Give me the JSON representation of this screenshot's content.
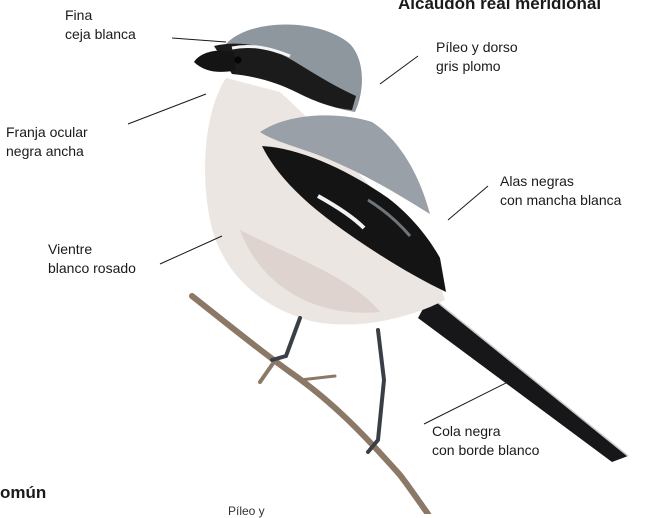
{
  "title": "Alcaudón real meridional",
  "bottom_heading": "omún",
  "bottom_fragment": "Píleo y",
  "annotations": [
    {
      "id": "eyebrow",
      "lines": [
        "Fina",
        "ceja blanca"
      ]
    },
    {
      "id": "crown",
      "lines": [
        "Píleo y dorso",
        "gris plomo"
      ]
    },
    {
      "id": "eyestripe",
      "lines": [
        "Franja ocular",
        "negra ancha"
      ]
    },
    {
      "id": "wings",
      "lines": [
        "Alas negras",
        "con mancha blanca"
      ]
    },
    {
      "id": "belly",
      "lines": [
        "Vientre",
        "blanco rosado"
      ]
    },
    {
      "id": "tail",
      "lines": [
        "Cola negra",
        "con borde blanco"
      ]
    }
  ],
  "colors": {
    "crown_grey": "#8e969e",
    "mask_black": "#1b1b1c",
    "underparts": "#ece6e2",
    "belly_tint": "#ddd0cc",
    "wing_black": "#141414",
    "branch": "#8b7866"
  }
}
